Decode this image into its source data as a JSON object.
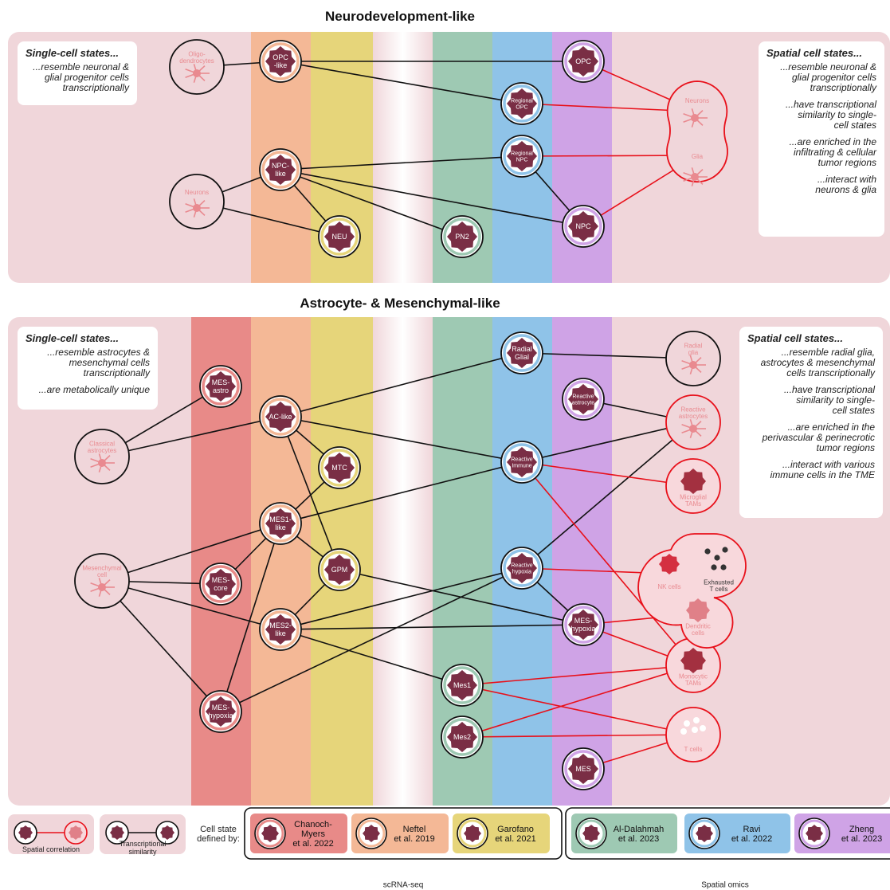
{
  "sections": {
    "top_title": "Neurodevelopment-like",
    "bottom_title": "Astrocyte- & Mesenchymal-like"
  },
  "top_left_box": {
    "heading": "Single-cell states...",
    "lines": [
      "...resemble neuronal &\nglial progenitor cells\ntranscriptionally"
    ]
  },
  "top_right_box": {
    "heading": "Spatial cell states...",
    "lines": [
      "...resemble neuronal &\nglial progenitor cells\ntranscriptionally",
      "...have transcriptional\nsimilarity to single-\ncell states",
      "...are enriched in the\ninfiltrating & cellular\ntumor regions",
      "...interact with\nneurons & glia"
    ]
  },
  "bottom_left_box": {
    "heading": "Single-cell states...",
    "lines": [
      "...resemble astrocytes &\nmesenchymal cells\ntranscriptionally",
      "...are metabolically unique"
    ]
  },
  "bottom_right_box": {
    "heading": "Spatial cell states...",
    "lines": [
      "...resemble radial glia,\nastrocytes & mesenchymal\ncells transcriptionally",
      "...have transcriptional\nsimilarity to single-\ncell states",
      "...are enriched in the\nperivascular & perinecrotic\ntumor regions",
      "...interact with various\nimmune cells in the TME"
    ]
  },
  "colors": {
    "Chanoch-Myers": "#e88a88",
    "Neftel": "#f4b896",
    "Garofano": "#e6d57a",
    "Al-Dalahmah": "#9ec9b3",
    "Ravi": "#8fc3e8",
    "Zheng": "#cfa3e6",
    "panel": "#f0d6da",
    "cell": "#7a2e45",
    "ref_text": "#e98a90",
    "spatial_line": "#e8101a",
    "transcriptional_line": "#111111"
  },
  "nodes_top": {
    "oligo": "Oligo-\ndendrocytes",
    "opc_like": "OPC\n-like",
    "opc": "OPC",
    "regional_opc": "Regional\nOPC",
    "neurons_left": "Neurons",
    "npc_like": "NPC-\nlike",
    "regional_npc": "Regional\nNPC",
    "npc": "NPC",
    "neu": "NEU",
    "pn2": "PN2",
    "neurons_right": "Neurons",
    "glia": "Glia"
  },
  "nodes_bottom": {
    "mes_astro": "MES-\nastro",
    "classical_astrocytes": "Classical\nastrocytes",
    "ac_like": "AC-like",
    "mtc": "MTC",
    "radial_glial": "Radial\nGlial",
    "reactive_astrocyte": "Reactive\nastrocyte",
    "radial_glia_ref": "Radial\nglia",
    "reactive_astrocytes_ref": "Reactive\nastrocytes",
    "reactive_immune": "Reactive\nImmune",
    "microglial_tams": "Microglial\nTAMs",
    "mes1_like": "MES1-\nlike",
    "mesenchymal_cell": "Mesenchymal\ncell",
    "mes_core": "MES-\ncore",
    "gpm": "GPM",
    "reactive_hypoxia": "Reactive\nhypoxia",
    "nk_cells": "NK cells",
    "exhausted_t_cells": "Exhausted\nT cells",
    "dendritic_cells": "Dendritic\ncells",
    "mes_hypoxia_zheng": "MES-\nhypoxia",
    "mes2_like": "MES2-\nlike",
    "monocytic_tams": "Monocytic\nTAMs",
    "mes1": "Mes1",
    "mes2": "Mes2",
    "mes_hypoxia_chanoch": "MES-\nhypoxia",
    "t_cells": "T cells",
    "mes": "MES"
  },
  "legend": {
    "spatial_correlation": "Spatial correlation",
    "transcriptional_similarity": "Transcriptional\nsimilarity",
    "defined_by": "Cell state\ndefined by:",
    "sources": [
      {
        "name": "Chanoch-\nMyers\net al. 2022"
      },
      {
        "name": "Neftel\net al. 2019"
      },
      {
        "name": "Garofano\net al. 2021"
      },
      {
        "name": "Al-Dalahmah\net al. 2023"
      },
      {
        "name": "Ravi\net al. 2022"
      },
      {
        "name": "Zheng\net al. 2023"
      }
    ],
    "group_scrna": "scRNA-seq",
    "group_spatial": "Spatial omics"
  }
}
